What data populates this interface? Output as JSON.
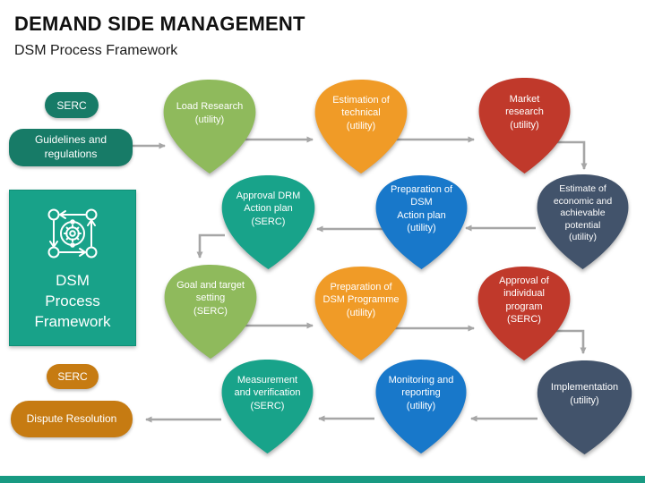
{
  "header": {
    "title": "DEMAND SIDE MANAGEMENT",
    "subtitle": "DSM Process Framework"
  },
  "left_panel": {
    "serc_top_label": "SERC",
    "guidelines_label": "Guidelines and regulations",
    "dsm_box_label": "DSM\nProcess\nFramework",
    "dsm_box_icon": "process-cycle-gear-icon",
    "serc_bottom_label": "SERC",
    "dispute_label": "Dispute Resolution"
  },
  "nodes": [
    {
      "id": "load-research",
      "label": "Load Research\n(utility)",
      "color": "#8fba5c"
    },
    {
      "id": "estimation-technical",
      "label": "Estimation of\ntechnical\n(utility)",
      "color": "#f09b27"
    },
    {
      "id": "market-research",
      "label": "Market\nresearch\n(utility)",
      "color": "#c0392b"
    },
    {
      "id": "estimate-economic",
      "label": "Estimate of\neconomic and\nachievable\npotential\n(utility)",
      "color": "#42536b"
    },
    {
      "id": "approval-drm",
      "label": "Approval DRM\nAction plan\n(SERC)",
      "color": "#18a38a"
    },
    {
      "id": "prep-dsm-action",
      "label": "Preparation of DSM\nAction plan\n(utility)",
      "color": "#1878ca"
    },
    {
      "id": "goal-target",
      "label": "Goal and target\nsetting\n(SERC)",
      "color": "#8fba5c"
    },
    {
      "id": "prep-dsm-programme",
      "label": "Preparation of\nDSM Programme\n(utility)",
      "color": "#f09b27"
    },
    {
      "id": "approval-individual",
      "label": "Approval of\nindividual\nprogram\n(SERC)",
      "color": "#c0392b"
    },
    {
      "id": "measurement",
      "label": "Measurement\nand verification\n(SERC)",
      "color": "#18a38a"
    },
    {
      "id": "monitoring",
      "label": "Monitoring and\nreporting\n(utility)",
      "color": "#1878ca"
    },
    {
      "id": "implementation",
      "label": "Implementation\n(utility)",
      "color": "#42536b"
    }
  ],
  "colors": {
    "teal_dark": "#177b67",
    "teal_green": "#18a289",
    "orange_dark": "#c67b12",
    "arrow_gray": "#a6a6a6",
    "bottom_bar": "#189a82"
  }
}
